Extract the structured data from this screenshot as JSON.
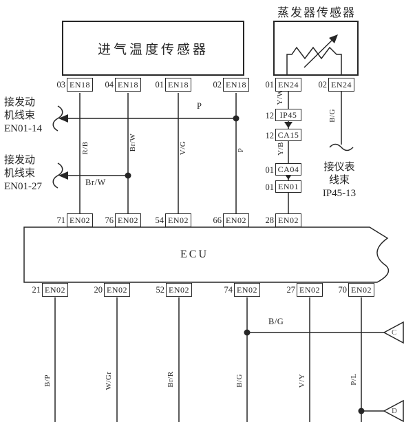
{
  "colors": {
    "line": "#262626",
    "bg": "#ffffff"
  },
  "intake_sensor": {
    "title": "进气温度传感器"
  },
  "evap_sensor": {
    "title": "蒸发器传感器"
  },
  "ecu": {
    "label": "ECU"
  },
  "notes": {
    "engine1": {
      "l1": "接发动",
      "l2": "机线束",
      "l3": "EN01-14"
    },
    "engine2": {
      "l1": "接发动",
      "l2": "机线束",
      "l3": "EN01-27"
    },
    "instrument": {
      "l1": "接仪表",
      "l2": "线束",
      "l3": "IP45-13"
    }
  },
  "connectors": {
    "en18": [
      {
        "pin": "03",
        "name": "EN18"
      },
      {
        "pin": "04",
        "name": "EN18"
      },
      {
        "pin": "01",
        "name": "EN18"
      },
      {
        "pin": "02",
        "name": "EN18"
      }
    ],
    "en24": [
      {
        "pin": "01",
        "name": "EN24"
      },
      {
        "pin": "02",
        "name": "EN24"
      }
    ],
    "chain": [
      {
        "pin": "12",
        "name": "IP45"
      },
      {
        "pin": "12",
        "name": "CA15"
      },
      {
        "pin": "01",
        "name": "CA04"
      },
      {
        "pin": "01",
        "name": "EN01"
      }
    ],
    "ecu_top": [
      {
        "pin": "71",
        "name": "EN02"
      },
      {
        "pin": "76",
        "name": "EN02"
      },
      {
        "pin": "54",
        "name": "EN02"
      },
      {
        "pin": "66",
        "name": "EN02"
      },
      {
        "pin": "28",
        "name": "EN02"
      }
    ],
    "ecu_bottom": [
      {
        "pin": "21",
        "name": "EN02"
      },
      {
        "pin": "20",
        "name": "EN02"
      },
      {
        "pin": "52",
        "name": "EN02"
      },
      {
        "pin": "74",
        "name": "EN02"
      },
      {
        "pin": "27",
        "name": "EN02"
      },
      {
        "pin": "70",
        "name": "EN02"
      }
    ]
  },
  "wires": {
    "r_b": "R/B",
    "br_w_vert": "Br/W",
    "v_g": "V/G",
    "p_vert": "P",
    "p_horiz": "P",
    "br_w_horiz": "Br/W",
    "y_w": "Y/W",
    "y_b": "Y/B",
    "b_g_evap": "B/G",
    "b_p": "B/P",
    "w_gr": "W/Gr",
    "br_r": "Br/R",
    "b_g_vert": "B/G",
    "b_g_horiz": "B/G",
    "v_y": "V/Y",
    "p_l": "P/L"
  },
  "offpage": {
    "c": "C",
    "d": "D"
  }
}
